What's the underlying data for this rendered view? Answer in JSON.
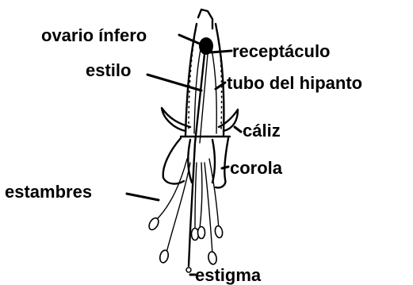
{
  "diagram": {
    "labels": {
      "ovario_infero": "ovario ínfero",
      "receptaculo": "receptáculo",
      "estilo": "estilo",
      "tubo_hipanto": "tubo del hipanto",
      "caliz": "cáliz",
      "corola": "corola",
      "estambres": "estambres",
      "estigma": "estigma"
    },
    "colors": {
      "ink": "#000000",
      "background": "#ffffff"
    }
  }
}
